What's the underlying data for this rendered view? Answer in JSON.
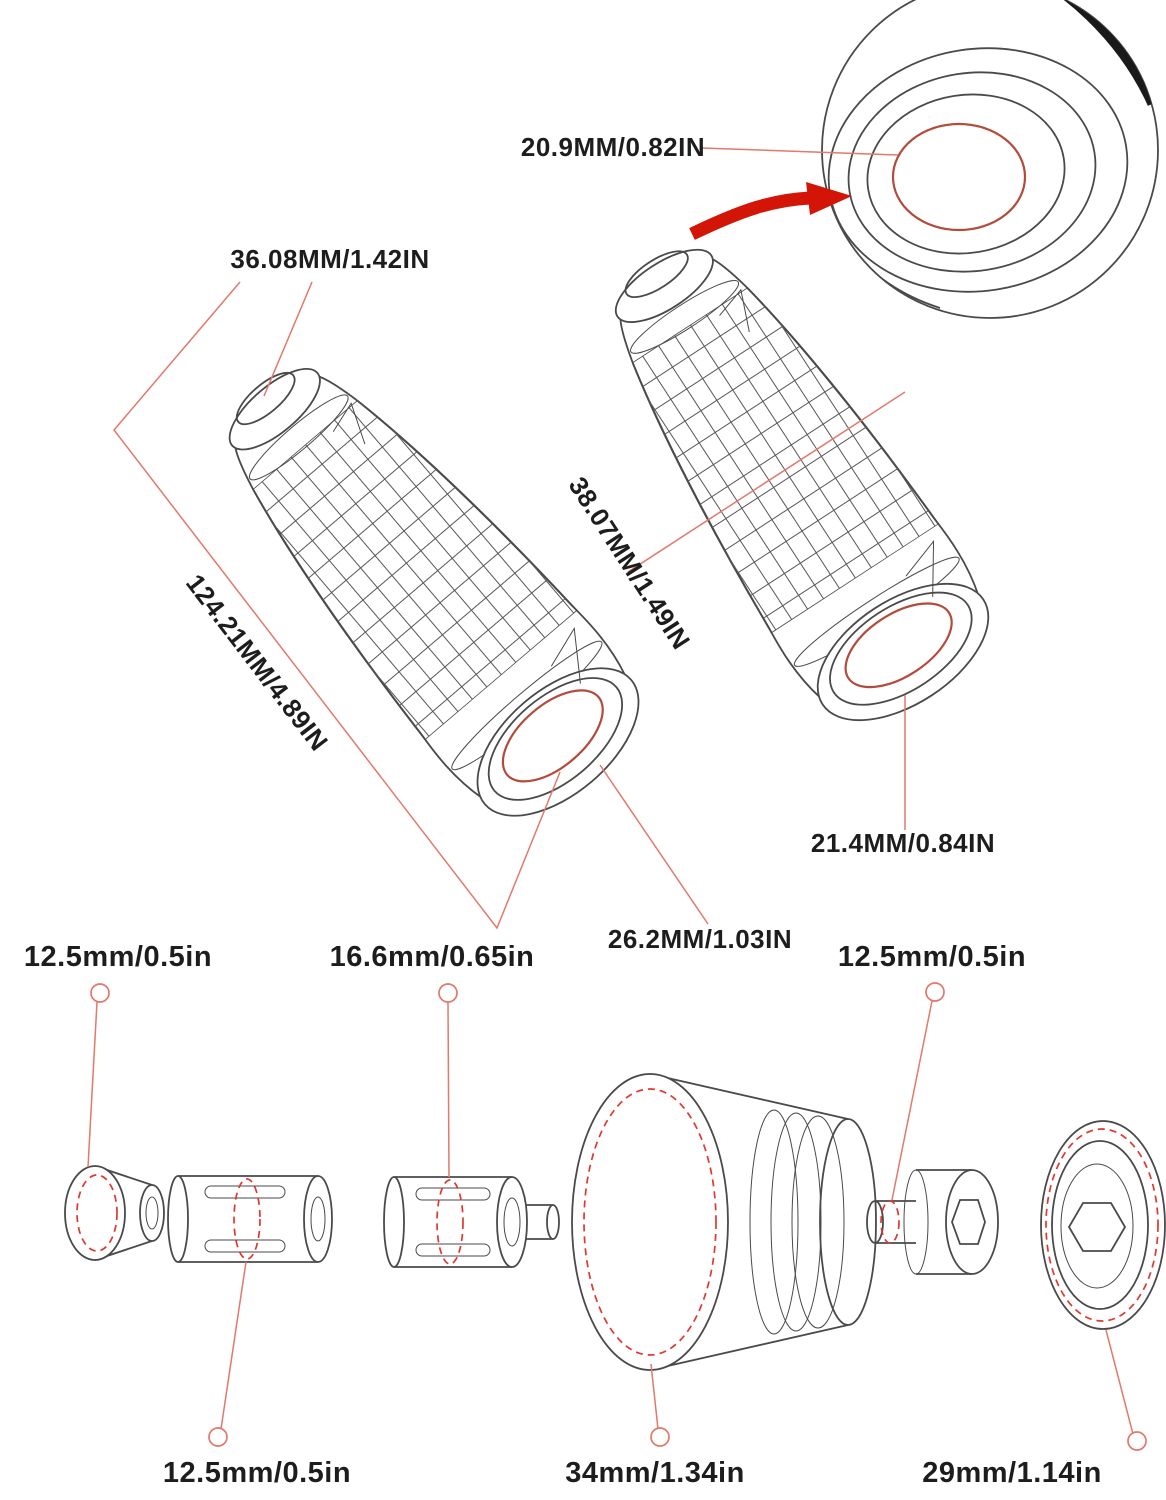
{
  "colors": {
    "background": "#ffffff",
    "line": "#4a4a4a",
    "leader": "#e2796a",
    "dashed": "#e0382e",
    "arrow": "#d21507",
    "inner-red": "#b44a3c",
    "text": "#1d1d1d"
  },
  "labels": {
    "magnifier": "20.9MM/0.82IN",
    "grip_end": "36.08MM/1.42IN",
    "grip_length": "124.21MM/4.89IN",
    "grip_diameter": "38.07MM/1.49IN",
    "right_inner": "21.4MM/0.84IN",
    "left_inner": "26.2MM/1.03IN",
    "exploded_top_left": "12.5mm/0.5in",
    "exploded_top_middle": "16.6mm/0.65in",
    "exploded_top_right": "12.5mm/0.5in",
    "exploded_bottom_left": "12.5mm/0.5in",
    "exploded_bottom_middle": "34mm/1.34in",
    "exploded_bottom_right": "29mm/1.14in"
  }
}
